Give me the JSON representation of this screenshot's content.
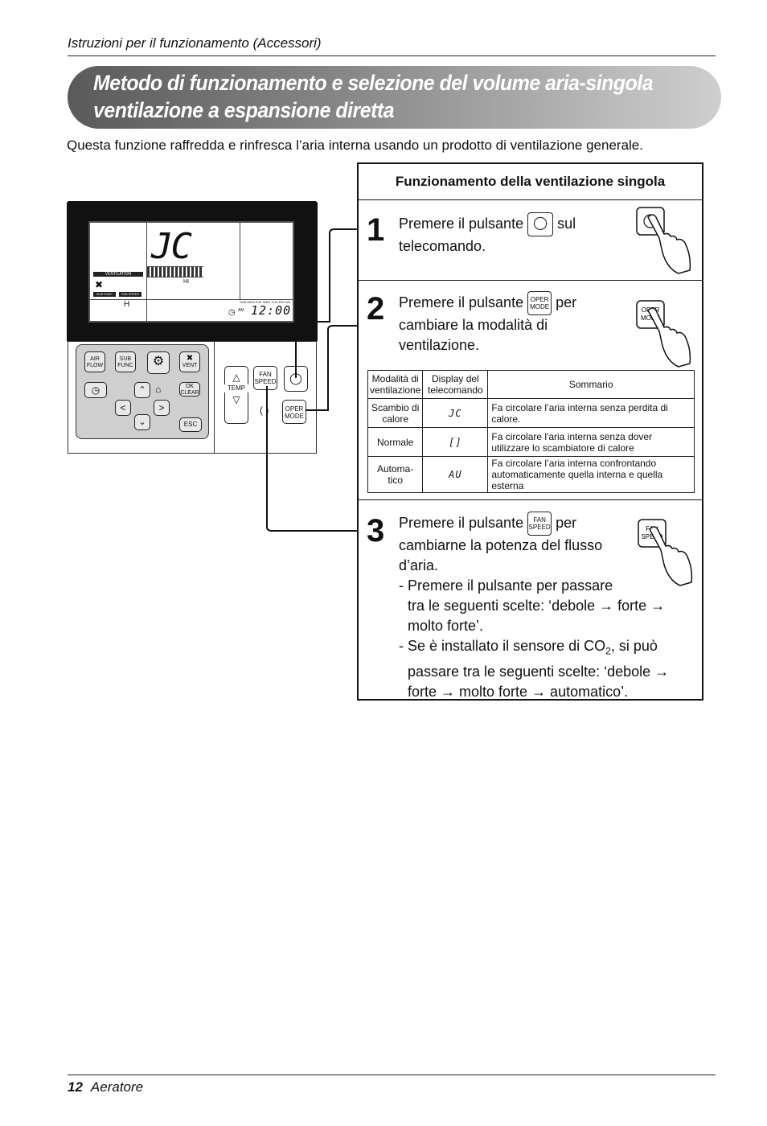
{
  "header": {
    "text": "Istruzioni per il funzionamento (Accessori)"
  },
  "banner": {
    "title_line1": "Metodo di funzionamento e selezione del volume aria-singola",
    "title_line2": "ventilazione a espansione diretta"
  },
  "intro": "Questa funzione raffredda e rinfresca l’aria interna usando un prodotto di ventilazione generale.",
  "panel": {
    "title": "Funzionamento della ventilazione singola",
    "step1": {
      "num": "1",
      "text_a": "Premere il pulsante",
      "text_b": "sul",
      "text_c": "telecomando."
    },
    "step2": {
      "num": "2",
      "text_a": "Premere il pulsante",
      "text_b": "per",
      "text_c": "cambiare la modalità di",
      "text_d": "ventilazione."
    },
    "table": {
      "headers": [
        "Modalità di ventilazione",
        "Display del telecomando",
        "Sommario"
      ],
      "rows": [
        {
          "mode": "Scambio di calore",
          "display": "JC",
          "summary": "Fa circolare l’aria interna senza perdita di calore."
        },
        {
          "mode": "Normale",
          "display": "[]",
          "summary": "Fa circolare l'aria interna senza dover utilizzare lo scambiatore di calore"
        },
        {
          "mode": "Automa-tico",
          "display": "AU",
          "summary": "Fa circolare l’aria interna confrontando automaticamente quella interna e quella esterna"
        }
      ]
    },
    "step3": {
      "num": "3",
      "line1a": "Premere il pulsante",
      "line1b": "per",
      "line2": "cambiarne la potenza del flusso",
      "line3": "d’aria.",
      "line4": "- Premere il pulsante per passare",
      "line5": "tra le seguenti scelte: ‘debole → forte →",
      "line6": "molto forte’.",
      "line7a": "- Se è installato il sensore di CO",
      "line7sub": "2",
      "line7b": ", si può",
      "line8": "passare tra le seguenti scelte: ‘debole →",
      "line9": "forte → molto forte → automatico’."
    }
  },
  "buttons": {
    "oper": "OPER",
    "mode": "MODE",
    "fan": "FAN",
    "speed": "SPEED"
  },
  "remote": {
    "lcd_vent": "VENTILATION",
    "lcd_sub": "SUB FUNC",
    "lcd_fan": "FAN SPEED",
    "lcd_h": "H",
    "lcd_hi": "HI",
    "lcd_clock": "12:00",
    "lcd_am": "AM",
    "lcd_days": "SUN MON TUE WED THU FRI SAT",
    "air": "AIR",
    "flow": "FLOW",
    "sub": "SUB",
    "func": "FUNC",
    "vent": "VENT",
    "ok": "OK",
    "clear": "CLEAR",
    "esc": "ESC",
    "temp": "TEMP"
  },
  "footer": {
    "page": "12",
    "title": "Aeratore"
  }
}
